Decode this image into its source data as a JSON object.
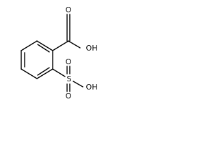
{
  "molecule": {
    "atom_labels": {
      "carboxyl_carbonyl_o": "O",
      "carboxyl_oh": "OH",
      "sulfur": "S",
      "sulfonyl_o_top": "O",
      "sulfonyl_o_bottom": "O",
      "sulfonic_oh": "OH"
    }
  }
}
